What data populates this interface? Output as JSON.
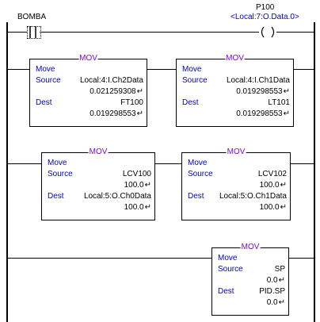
{
  "rung0": {
    "contact_tag": "BOMBA",
    "coil_tag": "P100",
    "coil_address": "<Local:7:O.Data.0>"
  },
  "blocks": [
    {
      "title": "MOV",
      "type_label": "Move",
      "source_label": "Source",
      "source_tag": "Local:4:I.Ch2Data",
      "source_value": "0.021259308",
      "dest_label": "Dest",
      "dest_tag": "FT100",
      "dest_value": "0.019298553"
    },
    {
      "title": "MOV",
      "type_label": "Move",
      "source_label": "Source",
      "source_tag": "Local:4:I.Ch1Data",
      "source_value": "0.019298553",
      "dest_label": "Dest",
      "dest_tag": "LT101",
      "dest_value": "0.019298553"
    },
    {
      "title": "MOV",
      "type_label": "Move",
      "source_label": "Source",
      "source_tag": "LCV100",
      "source_value": "100.0",
      "dest_label": "Dest",
      "dest_tag": "Local:5:O.Ch0Data",
      "dest_value": "100.0"
    },
    {
      "title": "MOV",
      "type_label": "Move",
      "source_label": "Source",
      "source_tag": "LCV102",
      "source_value": "100.0",
      "dest_label": "Dest",
      "dest_tag": "Local:5:O.Ch1Data",
      "dest_value": "100.0"
    },
    {
      "title": "MOV",
      "type_label": "Move",
      "source_label": "Source",
      "source_tag": "SP",
      "source_value": "0.0",
      "dest_label": "Dest",
      "dest_tag": "PID.SP",
      "dest_value": "0.0"
    }
  ],
  "icons": {
    "value_arrow": "left-arrow-icon",
    "contact": "xic-contact-icon",
    "coil": "ote-coil-icon"
  },
  "colors": {
    "tag_blue": "#0000cc",
    "title_purple": "#8000ff",
    "rail": "#000000"
  }
}
